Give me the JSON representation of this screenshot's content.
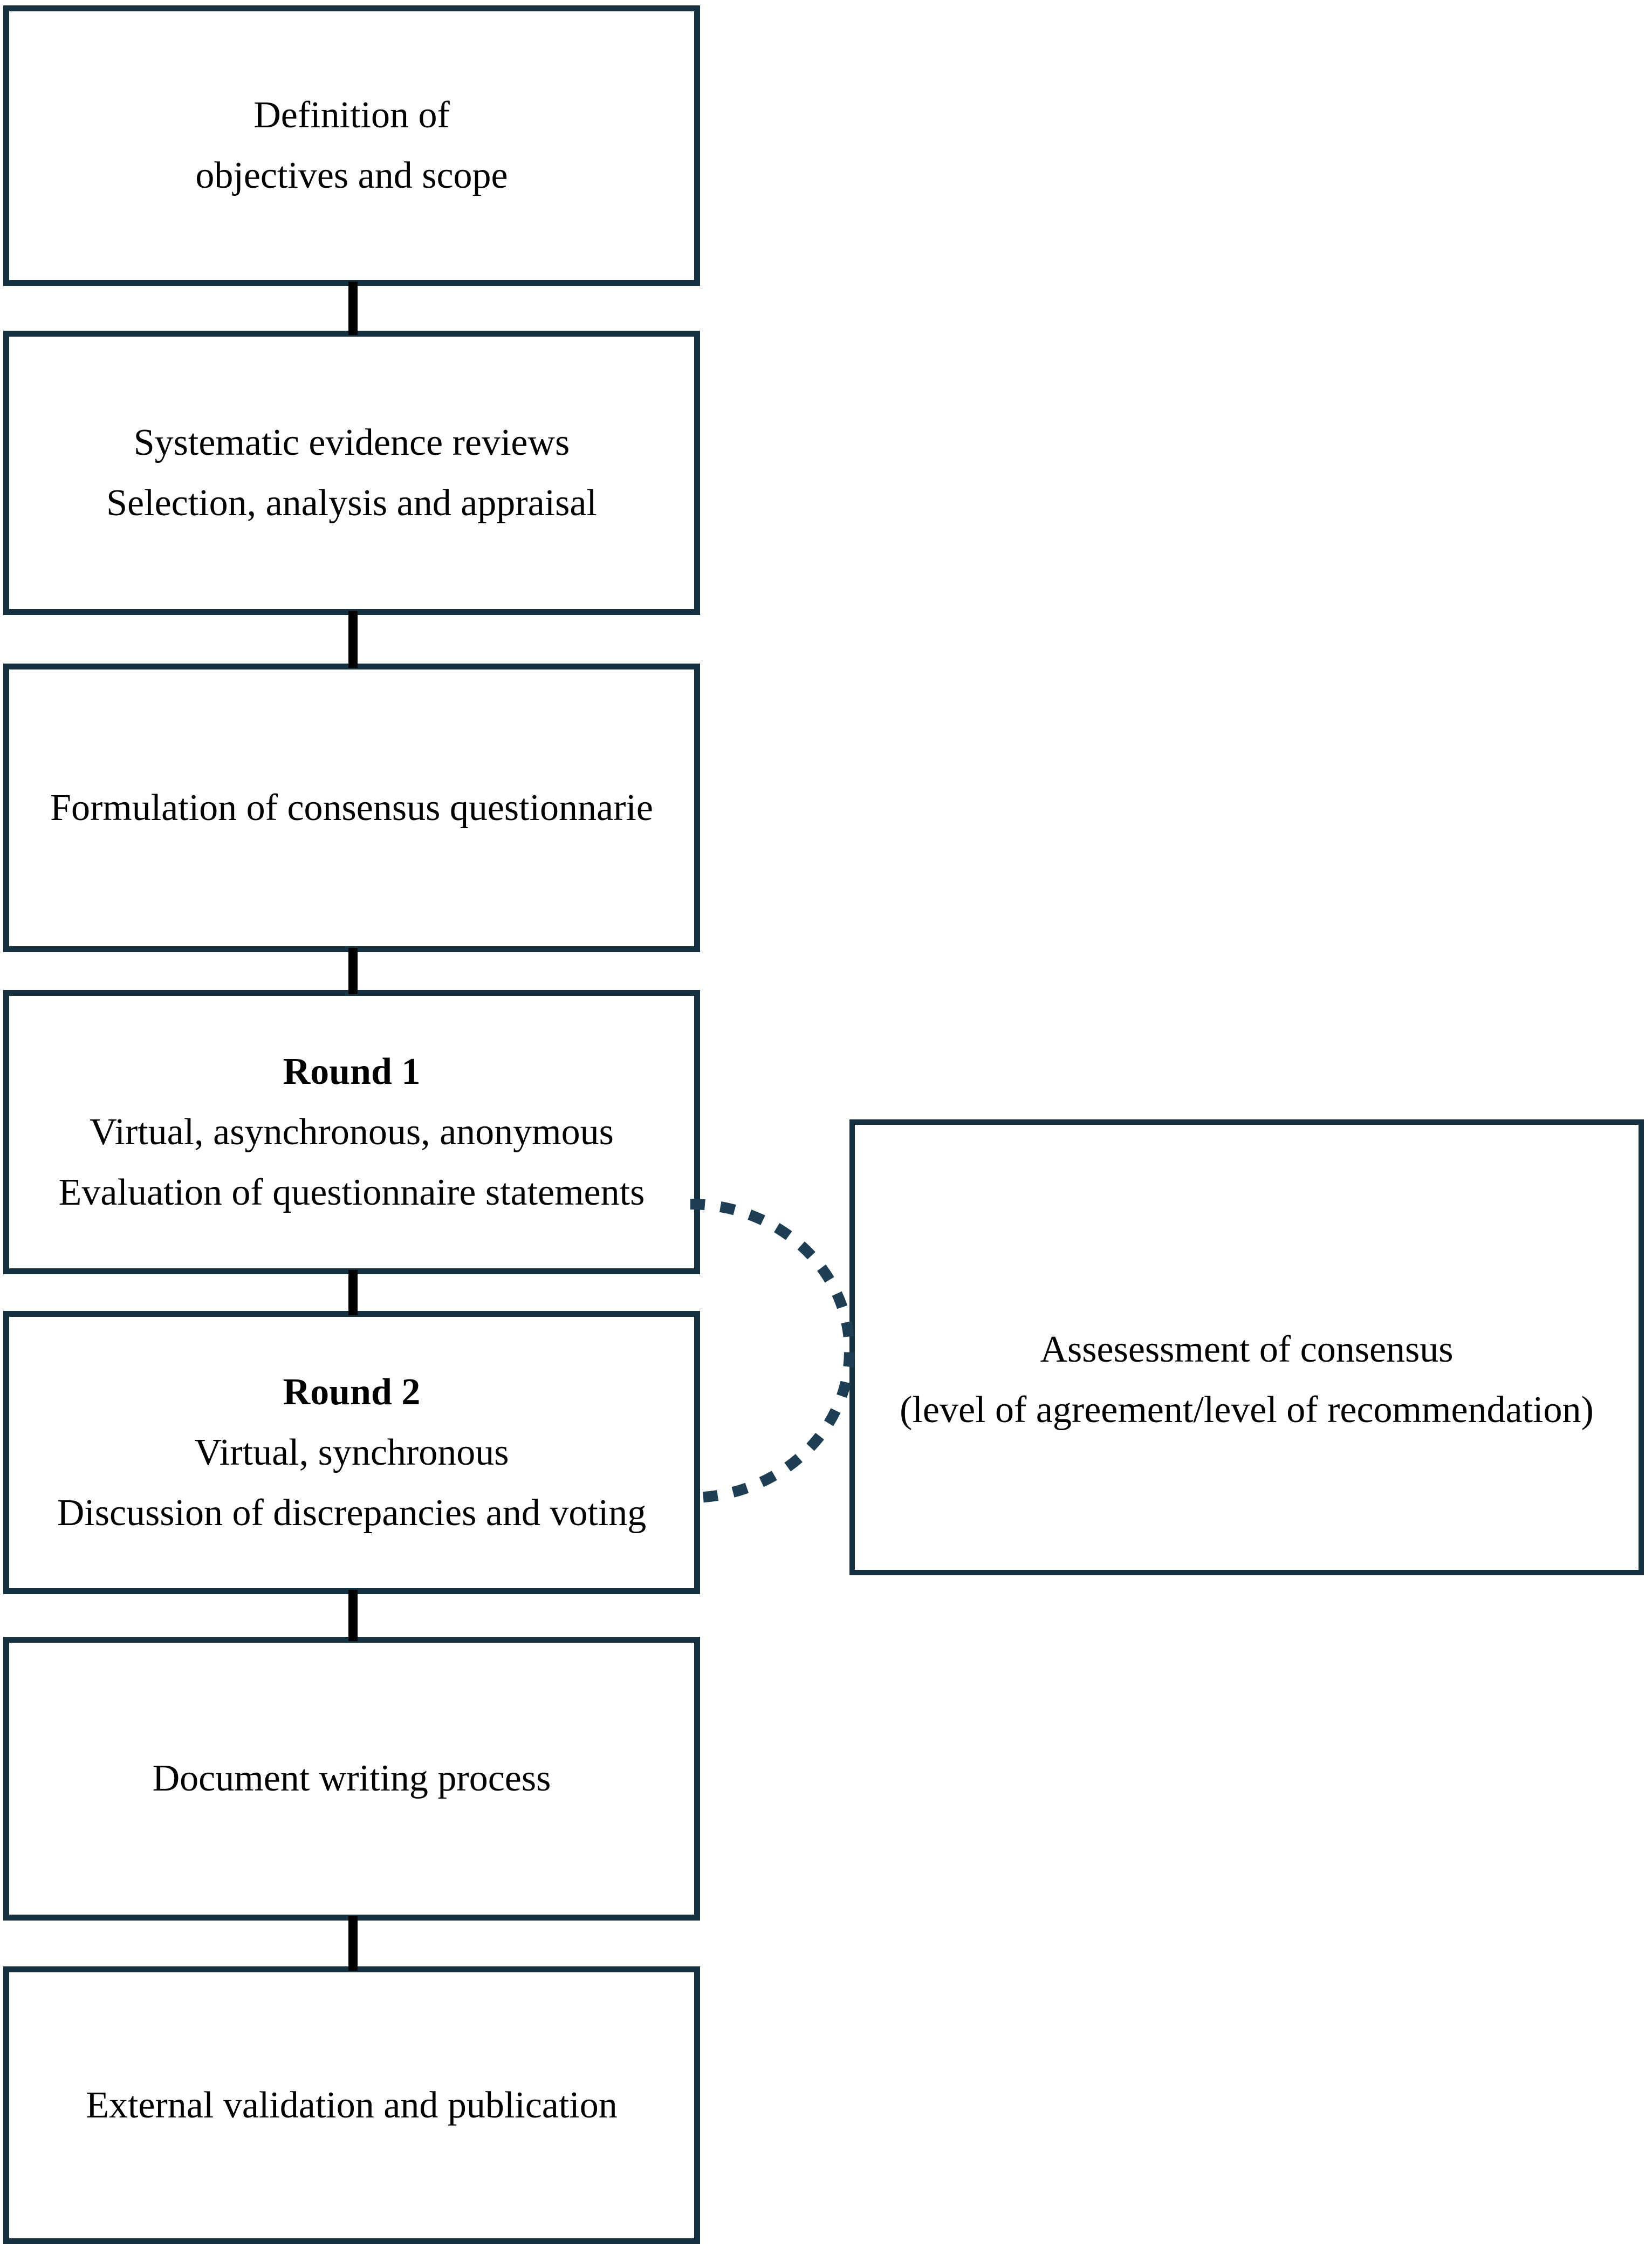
{
  "diagram": {
    "colors": {
      "background": "#ffffff",
      "border": "#15313f",
      "connector": "#000000",
      "dash": "#1e3e54",
      "text": "#000000"
    },
    "steps": [
      {
        "id": "definition",
        "lines": [
          "Definition of",
          "objectives and scope"
        ]
      },
      {
        "id": "evidence",
        "lines": [
          "Systematic evidence reviews",
          "Selection, analysis and appraisal"
        ]
      },
      {
        "id": "questionnaire",
        "lines": [
          "Formulation of consensus questionnarie"
        ]
      },
      {
        "id": "round1",
        "title": "Round 1",
        "lines": [
          "Virtual, asynchronous, anonymous",
          "Evaluation of questionnaire statements"
        ]
      },
      {
        "id": "round2",
        "title": "Round 2",
        "lines": [
          "Virtual, synchronous",
          "Discussion of discrepancies and voting"
        ]
      },
      {
        "id": "writing",
        "lines": [
          "Document writing process"
        ]
      },
      {
        "id": "validation",
        "lines": [
          "External validation and publication"
        ]
      }
    ],
    "side_box": {
      "lines": [
        "Assesessment of consensus",
        "(level of agreement/level of recommendation)"
      ]
    }
  }
}
